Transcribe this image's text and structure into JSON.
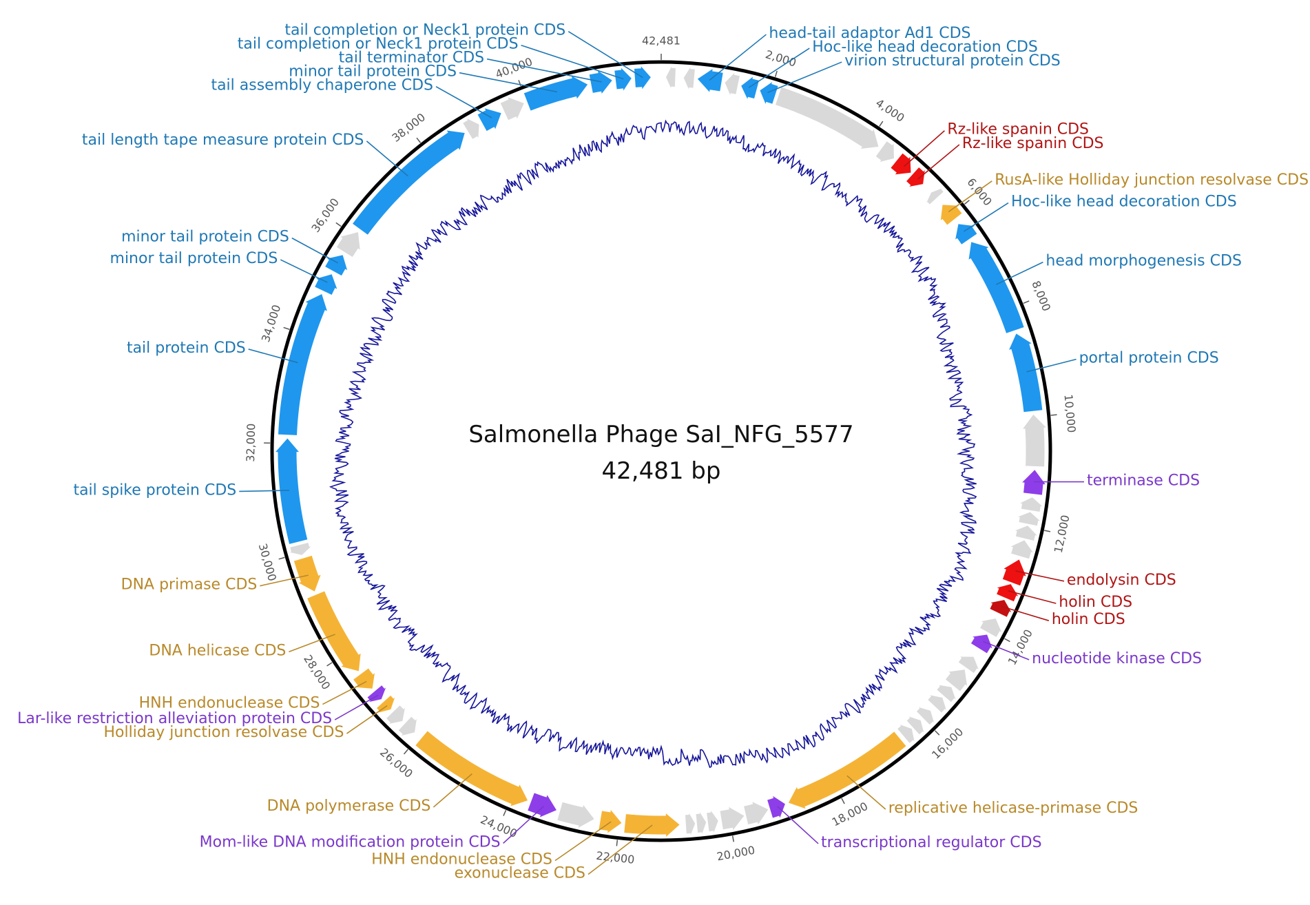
{
  "map": {
    "name": "Salmonella Phage SaI_NFG_5577",
    "length_label": "42,481 bp",
    "length_bp": 42481,
    "end_tick_label": "42,481"
  },
  "ticks": [
    {
      "pos": 2000,
      "label": "2,000"
    },
    {
      "pos": 4000,
      "label": "4,000"
    },
    {
      "pos": 6000,
      "label": "6,000"
    },
    {
      "pos": 8000,
      "label": "8,000"
    },
    {
      "pos": 10000,
      "label": "10,000"
    },
    {
      "pos": 12000,
      "label": "12,000"
    },
    {
      "pos": 14000,
      "label": "14,000"
    },
    {
      "pos": 16000,
      "label": "16,000"
    },
    {
      "pos": 18000,
      "label": "18,000"
    },
    {
      "pos": 20000,
      "label": "20,000"
    },
    {
      "pos": 22000,
      "label": "22,000"
    },
    {
      "pos": 24000,
      "label": "24,000"
    },
    {
      "pos": 26000,
      "label": "26,000"
    },
    {
      "pos": 28000,
      "label": "28,000"
    },
    {
      "pos": 30000,
      "label": "30,000"
    },
    {
      "pos": 32000,
      "label": "32,000"
    },
    {
      "pos": 34000,
      "label": "34,000"
    },
    {
      "pos": 36000,
      "label": "36,000"
    },
    {
      "pos": 38000,
      "label": "38,000"
    },
    {
      "pos": 40000,
      "label": "40,000"
    }
  ],
  "colors": {
    "structural": "#1f97ee",
    "structural_text": "#1f78b4",
    "lysis": "#ee1111",
    "lysis_text": "#b01414",
    "lysis_dark": "#c41010",
    "replication": "#f5b335",
    "replication_text": "#b8892a",
    "regulation": "#8d3ee8",
    "regulation_text": "#7a38c9",
    "hypothetical": "#d9d9d9",
    "backbone": "#000000",
    "gc_line": "#15159a"
  },
  "genes": [
    {
      "start": 80,
      "end": 260,
      "strand": -1,
      "cat": "hypothetical"
    },
    {
      "start": 400,
      "end": 600,
      "strand": -1,
      "cat": "hypothetical"
    },
    {
      "start": 650,
      "end": 1100,
      "strand": -1,
      "cat": "structural",
      "label": "head-tail adaptor Ad1 CDS"
    },
    {
      "start": 1150,
      "end": 1400,
      "strand": -1,
      "cat": "hypothetical"
    },
    {
      "start": 1450,
      "end": 1750,
      "strand": -1,
      "cat": "structural",
      "label": "Hoc-like head decoration CDS"
    },
    {
      "start": 1800,
      "end": 2100,
      "strand": -1,
      "cat": "structural",
      "label": "virion structural protein CDS"
    },
    {
      "start": 2150,
      "end": 4200,
      "strand": 1,
      "cat": "hypothetical"
    },
    {
      "start": 4250,
      "end": 4550,
      "strand": 1,
      "cat": "hypothetical"
    },
    {
      "start": 4600,
      "end": 4950,
      "strand": 1,
      "cat": "lysis",
      "label": "Rz-like spanin CDS"
    },
    {
      "start": 4980,
      "end": 5250,
      "strand": 1,
      "cat": "lysis",
      "label": "Rz-like spanin CDS"
    },
    {
      "start": 5450,
      "end": 5600,
      "strand": -1,
      "cat": "hypothetical"
    },
    {
      "start": 5750,
      "end": 6100,
      "strand": -1,
      "cat": "replication",
      "label": "RusA-like Holliday junction resolvase CDS"
    },
    {
      "start": 6200,
      "end": 6550,
      "strand": -1,
      "cat": "structural",
      "label": "Hoc-like head decoration CDS"
    },
    {
      "start": 6600,
      "end": 8400,
      "strand": -1,
      "cat": "structural",
      "label": "head morphogenesis CDS"
    },
    {
      "start": 8450,
      "end": 9900,
      "strand": -1,
      "cat": "structural",
      "label": "portal protein CDS"
    },
    {
      "start": 9950,
      "end": 10900,
      "strand": -1,
      "cat": "hypothetical"
    },
    {
      "start": 10950,
      "end": 11400,
      "strand": -1,
      "cat": "regulation",
      "label": "terminase CDS"
    },
    {
      "start": 11450,
      "end": 11700,
      "strand": -1,
      "cat": "hypothetical"
    },
    {
      "start": 11720,
      "end": 11950,
      "strand": -1,
      "cat": "hypothetical"
    },
    {
      "start": 11970,
      "end": 12220,
      "strand": -1,
      "cat": "hypothetical"
    },
    {
      "start": 12240,
      "end": 12550,
      "strand": -1,
      "cat": "hypothetical"
    },
    {
      "start": 12600,
      "end": 13050,
      "strand": -1,
      "cat": "lysis",
      "label": "endolysin CDS"
    },
    {
      "start": 13070,
      "end": 13350,
      "strand": -1,
      "cat": "lysis",
      "label": "holin CDS"
    },
    {
      "start": 13380,
      "end": 13650,
      "strand": -1,
      "cat": "lysis_dark",
      "label": "holin CDS"
    },
    {
      "start": 13750,
      "end": 14050,
      "strand": -1,
      "cat": "hypothetical"
    },
    {
      "start": 14080,
      "end": 14380,
      "strand": -1,
      "cat": "regulation",
      "label": "nucleotide kinase CDS"
    },
    {
      "start": 14550,
      "end": 14800,
      "strand": -1,
      "cat": "hypothetical"
    },
    {
      "start": 14830,
      "end": 15200,
      "strand": -1,
      "cat": "hypothetical"
    },
    {
      "start": 15230,
      "end": 15450,
      "strand": -1,
      "cat": "hypothetical"
    },
    {
      "start": 15480,
      "end": 15700,
      "strand": -1,
      "cat": "hypothetical"
    },
    {
      "start": 15800,
      "end": 16000,
      "strand": -1,
      "cat": "hypothetical"
    },
    {
      "start": 16050,
      "end": 16250,
      "strand": -1,
      "cat": "hypothetical"
    },
    {
      "start": 16270,
      "end": 16480,
      "strand": -1,
      "cat": "hypothetical"
    },
    {
      "start": 16550,
      "end": 18900,
      "strand": 1,
      "cat": "replication",
      "label": "replicative helicase-primase CDS"
    },
    {
      "start": 18950,
      "end": 19250,
      "strand": -1,
      "cat": "regulation",
      "label": "transcriptional regulator CDS"
    },
    {
      "start": 19270,
      "end": 19700,
      "strand": -1,
      "cat": "hypothetical"
    },
    {
      "start": 19720,
      "end": 20150,
      "strand": -1,
      "cat": "hypothetical"
    },
    {
      "start": 20200,
      "end": 20400,
      "strand": -1,
      "cat": "hypothetical"
    },
    {
      "start": 20420,
      "end": 20600,
      "strand": -1,
      "cat": "hypothetical"
    },
    {
      "start": 20620,
      "end": 20800,
      "strand": -1,
      "cat": "hypothetical"
    },
    {
      "start": 20900,
      "end": 21900,
      "strand": -1,
      "cat": "replication",
      "label": "exonuclease CDS"
    },
    {
      "start": 21950,
      "end": 22350,
      "strand": -1,
      "cat": "replication",
      "label": "HNH endonuclease CDS"
    },
    {
      "start": 22450,
      "end": 23100,
      "strand": -1,
      "cat": "hypothetical"
    },
    {
      "start": 23150,
      "end": 23650,
      "strand": -1,
      "cat": "regulation",
      "label": "Mom-like DNA modification protein CDS"
    },
    {
      "start": 23700,
      "end": 25950,
      "strand": -1,
      "cat": "replication",
      "label": "DNA polymerase CDS"
    },
    {
      "start": 26100,
      "end": 26350,
      "strand": -1,
      "cat": "hypothetical"
    },
    {
      "start": 26400,
      "end": 26650,
      "strand": -1,
      "cat": "hypothetical"
    },
    {
      "start": 26700,
      "end": 26900,
      "strand": -1,
      "cat": "replication",
      "label": "Holliday junction resolvase CDS"
    },
    {
      "start": 26950,
      "end": 27150,
      "strand": -1,
      "cat": "regulation",
      "label": "Lar-like restriction alleviation protein CDS"
    },
    {
      "start": 27200,
      "end": 27550,
      "strand": -1,
      "cat": "replication",
      "label": "HNH endonuclease CDS"
    },
    {
      "start": 27600,
      "end": 29200,
      "strand": -1,
      "cat": "replication",
      "label": "DNA helicase CDS"
    },
    {
      "start": 29250,
      "end": 29900,
      "strand": -1,
      "cat": "replication",
      "label": "DNA primase CDS"
    },
    {
      "start": 29950,
      "end": 30150,
      "strand": -1,
      "cat": "hypothetical"
    },
    {
      "start": 30200,
      "end": 32100,
      "strand": 1,
      "cat": "structural",
      "label": "tail spike protein CDS"
    },
    {
      "start": 32150,
      "end": 34800,
      "strand": 1,
      "cat": "structural",
      "label": "tail protein CDS"
    },
    {
      "start": 34850,
      "end": 35200,
      "strand": 1,
      "cat": "structural",
      "label": "minor tail protein CDS"
    },
    {
      "start": 35250,
      "end": 35600,
      "strand": 1,
      "cat": "structural",
      "label": "minor tail protein CDS"
    },
    {
      "start": 35650,
      "end": 36100,
      "strand": 1,
      "cat": "hypothetical"
    },
    {
      "start": 36150,
      "end": 38750,
      "strand": 1,
      "cat": "structural",
      "label": "tail length tape measure protein CDS"
    },
    {
      "start": 38800,
      "end": 39050,
      "strand": 1,
      "cat": "hypothetical"
    },
    {
      "start": 39100,
      "end": 39500,
      "strand": 1,
      "cat": "structural",
      "label": "tail assembly chaperone CDS"
    },
    {
      "start": 39550,
      "end": 39950,
      "strand": 1,
      "cat": "hypothetical"
    },
    {
      "start": 40000,
      "end": 41150,
      "strand": 1,
      "cat": "structural",
      "label": "minor tail protein CDS"
    },
    {
      "start": 41200,
      "end": 41600,
      "strand": 1,
      "cat": "structural",
      "label": "tail terminator CDS"
    },
    {
      "start": 41650,
      "end": 41950,
      "strand": 1,
      "cat": "structural",
      "label": "tail completion or Neck1 protein CDS"
    },
    {
      "start": 42000,
      "end": 42300,
      "strand": 1,
      "cat": "structural",
      "label": "tail completion or Neck1 protein CDS"
    }
  ]
}
